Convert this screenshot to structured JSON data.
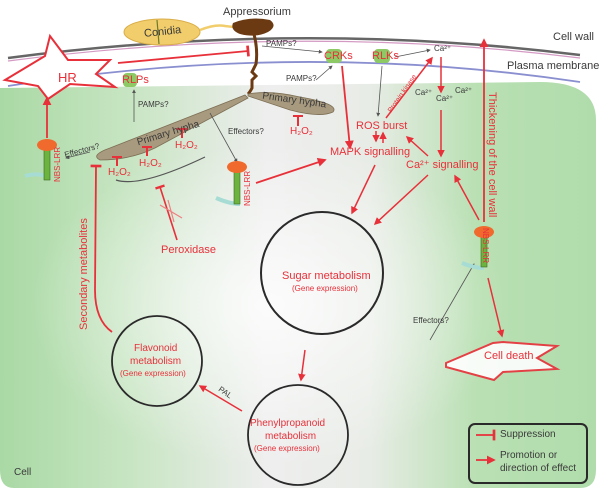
{
  "diagram": {
    "labels": {
      "appressorium": "Appressorium",
      "conidia": "Conidia",
      "cell_wall": "Cell wall",
      "plasma_membrane": "Plasma membrane",
      "hr": "HR",
      "rlps": "RLPs",
      "crks": "CRKs",
      "rlks": "RLKs",
      "ca_top": "Ca²⁺",
      "ca_1": "Ca²⁺",
      "ca_2": "Ca²⁺",
      "ca_3": "Ca²⁺",
      "pamps_1": "PAMPs?",
      "pamps_2": "PAMPs?",
      "pamps_3": "PAMPs?",
      "primary_hypha_1": "Primary hypha",
      "primary_hypha_2": "Primary hypha",
      "effectors_1": "Effectors?",
      "effectors_2": "Effectors?",
      "effectors_3": "Effectors?",
      "h2o2": "H₂O₂",
      "nbs_lrr": "NBS-LRR",
      "protein_kinase": "Protein kinase",
      "ros_burst": "ROS burst",
      "mapk_signalling": "MAPK signalling",
      "ca_signalling": "Ca²⁺ signalling",
      "thickening": "Thickening of the cell wall",
      "secondary_metabolites": "Secondary metabolites",
      "peroxidase": "Peroxidase",
      "sugar_metabolism": "Sugar metabolism",
      "flavonoid_metabolism_1": "Flavonoid",
      "flavonoid_metabolism_2": "metabolism",
      "phenyl_1": "Phenylpropanoid",
      "phenyl_2": "metabolism",
      "gene_expression": "(Gene expression)",
      "pal": "PAL",
      "cell_death": "Cell death",
      "cell": "Cell"
    },
    "legend": {
      "suppression": "Suppression",
      "promotion_1": "Promotion or",
      "promotion_2": "direction of effect"
    },
    "colors": {
      "accent_red": "#e8303a",
      "cell_green": "#a8d9a4",
      "hypha_brown": "#a89a7e",
      "conidia_yellow": "#f1cd6b",
      "appressorium_brown": "#6b3a12",
      "receptor_green": "#8dc964",
      "nbs_orange": "#f06a2e"
    }
  }
}
